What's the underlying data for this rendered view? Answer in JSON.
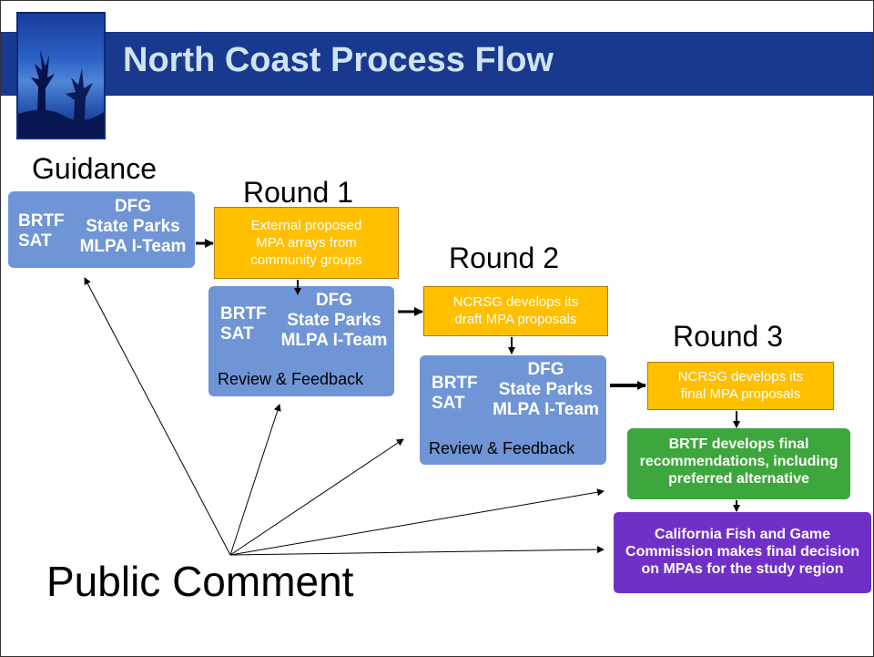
{
  "title": "North Coast Process Flow",
  "stages": {
    "guidance": "Guidance",
    "round1": "Round 1",
    "round2": "Round 2",
    "round3": "Round 3"
  },
  "guidance_box": {
    "left": "BRTF\nSAT",
    "right": "DFG\nState Parks\nMLPA I-Team"
  },
  "round1_gold": "External proposed\nMPA arrays from\ncommunity groups",
  "round1_review": {
    "left": "BRTF\nSAT",
    "right": "DFG\nState Parks\nMLPA I-Team",
    "footer": "Review & Feedback"
  },
  "round2_gold": "NCRSG develops its\ndraft MPA proposals",
  "round2_review": {
    "left": "BRTF\nSAT",
    "right": "DFG\nState Parks\nMLPA I-Team",
    "footer": "Review & Feedback"
  },
  "round3_gold": "NCRSG develops its\nfinal MPA proposals",
  "round3_green": "BRTF develops final\nrecommendations, including\npreferred alternative",
  "round3_purple": "California Fish and Game\nCommission makes final decision\non MPAs for the study region",
  "public_comment": "Public Comment",
  "colors": {
    "title_bar": "#18398e",
    "title_text": "#cfe3f1",
    "blue_box": "#6f95d6",
    "gold_box": "#ffc000",
    "green_box": "#3da63d",
    "purple_box": "#7030c8"
  }
}
